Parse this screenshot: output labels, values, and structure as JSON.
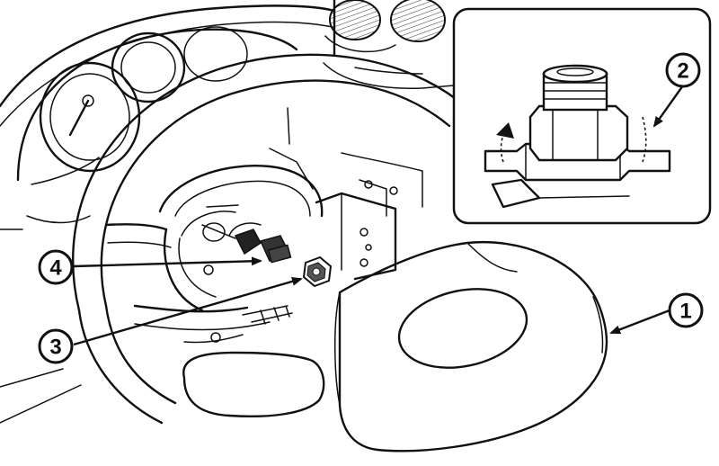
{
  "callouts": [
    {
      "id": "1",
      "label": "1",
      "part": "airbag-module"
    },
    {
      "id": "2",
      "label": "2",
      "part": "connector-detail"
    },
    {
      "id": "3",
      "label": "3",
      "part": "nut"
    },
    {
      "id": "4",
      "label": "4",
      "part": "connector"
    }
  ],
  "colors": {
    "ink": "#111111",
    "paper": "#ffffff"
  }
}
